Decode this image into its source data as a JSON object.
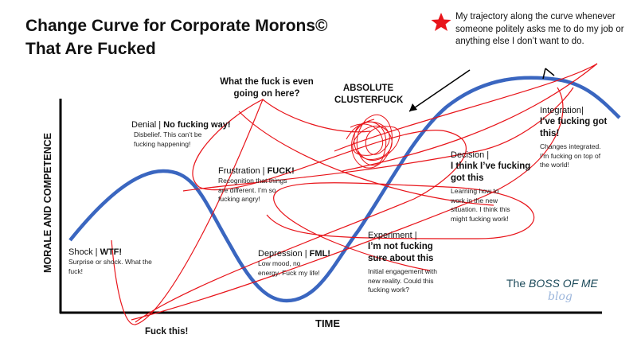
{
  "title_line1": "Change Curve for Corporate Morons©",
  "title_line2": "That Are Fucked",
  "legend": {
    "icon": "red-star-icon",
    "text": "My trajectory along the curve whenever someone politely asks me to do my job or anything else I don’t want to do."
  },
  "axes": {
    "y": "MORALE AND COMPETENCE",
    "x": "TIME"
  },
  "annotations": {
    "wtf_here": "What the fuck is even going on here?",
    "clusterfuck": "ABSOLUTE CLUSTERFUCK",
    "fuck_this": "Fuck this!"
  },
  "stages": [
    {
      "name": "Shock |",
      "exclaim": "WTF!",
      "desc": "Surprise or shock. What the fuck!"
    },
    {
      "name": "Denial |",
      "exclaim": "No fucking way!",
      "desc": "Disbelief. This can’t be fucking happening!"
    },
    {
      "name": "Frustration |",
      "exclaim": "FUCK!",
      "desc": "Recognition that things are different. I’m so fucking angry!"
    },
    {
      "name": "Depression |",
      "exclaim": "FML!",
      "desc": "Low mood, no energy. Fuck my life!"
    },
    {
      "name": "Experiment |",
      "exclaim": "I’m not fucking sure about this",
      "desc": "Initial engagement with new reality. Could this fucking work?"
    },
    {
      "name": "Decision |",
      "exclaim": "I think I’ve fucking got this",
      "desc": "Learning how to work in the new situation. I think this might fucking work!"
    },
    {
      "name": "Integration|",
      "exclaim": "I’ve fucking got this!",
      "desc": "Changes integrated. I’m fucking on top of the world!"
    }
  ],
  "logo": {
    "text1": "The",
    "text2": "BOSS OF ME",
    "text3": "blog"
  },
  "colors": {
    "curve": "#3a66c0",
    "scribble": "#e8141a"
  }
}
